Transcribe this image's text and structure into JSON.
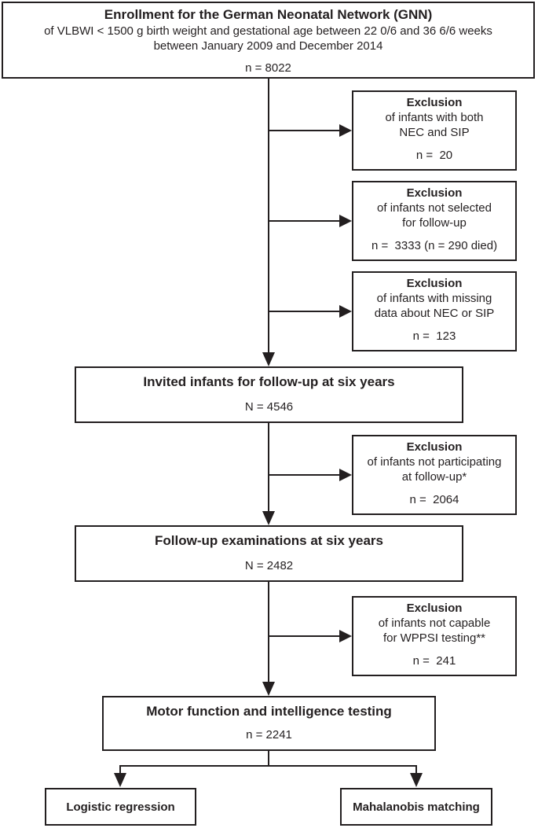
{
  "colors": {
    "ink": "#231f20",
    "background": "#ffffff"
  },
  "top_box": {
    "title": "Enrollment for the German Neonatal Network (GNN)",
    "subtitle1": "of VLBWI < 1500 g birth weight and gestational age between 22 0/6 and 36 6/6 weeks",
    "subtitle2": "between January 2009 and December 2014",
    "n": "n = 8022"
  },
  "exclusions": [
    {
      "heading": "Exclusion",
      "line1": "of infants with both",
      "line2": "NEC and SIP",
      "n": "n =  20"
    },
    {
      "heading": "Exclusion",
      "line1": "of infants not selected",
      "line2": "for follow-up",
      "n": "n =  3333 (n = 290 died)"
    },
    {
      "heading": "Exclusion",
      "line1": "of infants with missing",
      "line2": "data about NEC or SIP",
      "n": "n =  123"
    },
    {
      "heading": "Exclusion",
      "line1": "of infants not participating",
      "line2": "at follow-up*",
      "n": "n =  2064"
    },
    {
      "heading": "Exclusion",
      "line1": "of infants not capable",
      "line2": "for WPPSI testing**",
      "n": "n =  241"
    }
  ],
  "main_boxes": {
    "invited": {
      "heading": "Invited infants for follow-up at six years",
      "n": "N = 4546"
    },
    "followup": {
      "heading": "Follow-up examinations at six years",
      "n": "N = 2482"
    },
    "motor": {
      "heading": "Motor function and intelligence testing",
      "n": "n = 2241"
    }
  },
  "outcome_boxes": {
    "left": {
      "label": "Logistic regression"
    },
    "right": {
      "label": "Mahalanobis matching"
    }
  }
}
